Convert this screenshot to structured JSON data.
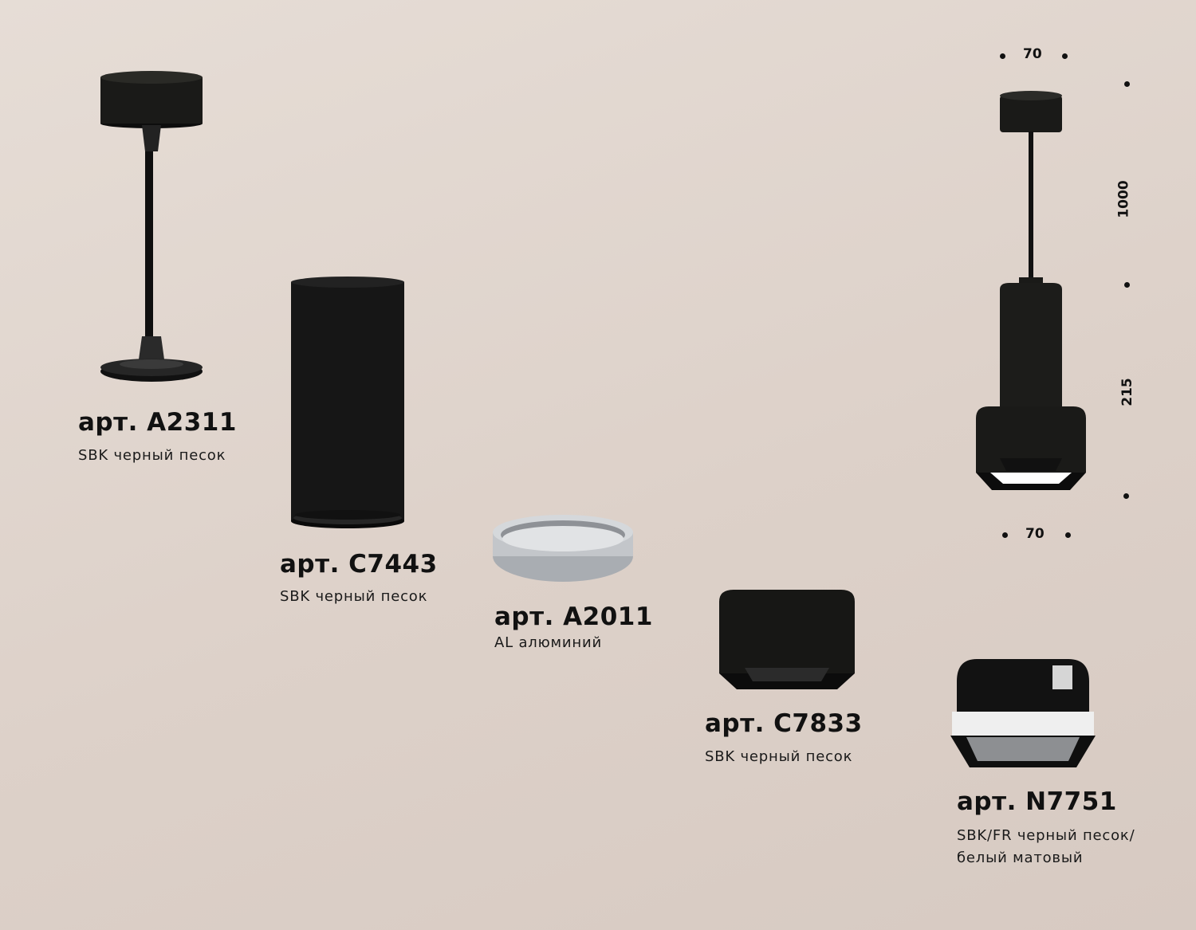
{
  "products": [
    {
      "article": "арт. A2311",
      "finish": "SBK черный песок",
      "image_icon": "ceiling-mount-rod-icon"
    },
    {
      "article": "арт. C7443",
      "finish": "SBK черный песок",
      "image_icon": "cylinder-housing-icon"
    },
    {
      "article": "арт. A2011",
      "finish": "AL алюминий",
      "image_icon": "aluminium-ring-icon"
    },
    {
      "article": "арт. C7833",
      "finish": "SBK черный песок",
      "image_icon": "square-housing-icon"
    },
    {
      "article": "арт. N7751",
      "finish_line1": "SBK/FR черный песок/",
      "finish_line2": "белый матовый",
      "image_icon": "square-diffuser-icon"
    }
  ],
  "dimensions": {
    "top_width": "70",
    "bottom_width": "70",
    "cord_length": "1000",
    "body_height": "215"
  },
  "colors": {
    "background": "#e0d5ce",
    "black_finish": "#111111",
    "aluminium": "#b8bcc1",
    "text": "#111111"
  }
}
